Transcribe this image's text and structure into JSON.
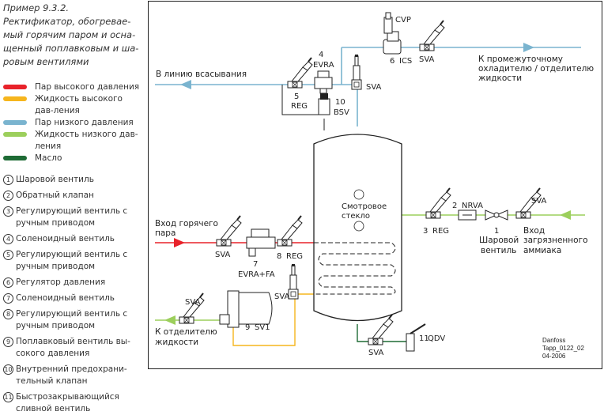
{
  "title": {
    "example": "Пример 9.3.2.",
    "lines": [
      "Ректификатор, обогревае-",
      "мый горячим паром и осна-",
      "щенный поплавковым и ша-",
      "ровым вентилями"
    ]
  },
  "legend": [
    {
      "label": "Пар высокого давления",
      "color": "#e8222a"
    },
    {
      "label": "Жидкость высокого дав-ления",
      "color": "#f6b51d"
    },
    {
      "label": "Пар низкого давления",
      "color": "#7ab4cf"
    },
    {
      "label": "Жидкость низкого дав-ления",
      "color": "#9ccf5c"
    },
    {
      "label": "Масло",
      "color": "#1e6b35"
    }
  ],
  "items": [
    {
      "num": "1",
      "label": "Шаровой вентиль"
    },
    {
      "num": "2",
      "label": "Обратный клапан"
    },
    {
      "num": "3",
      "label": "Регулирующий вентиль с ручным приводом"
    },
    {
      "num": "4",
      "label": "Соленоидный вентиль"
    },
    {
      "num": "5",
      "label": "Регулирующий вентиль с ручным приводом"
    },
    {
      "num": "6",
      "label": "Регулятор давления"
    },
    {
      "num": "7",
      "label": "Соленоидный вентиль"
    },
    {
      "num": "8",
      "label": "Регулирующий вентиль с ручным приводом"
    },
    {
      "num": "9",
      "label": "Поплавковый вентиль вы-сокого давления"
    },
    {
      "num": "10",
      "label": "Внутренний предохрани-тельный клапан"
    },
    {
      "num": "11",
      "label": "Быстрозакрывающийся сливной вентиль"
    }
  ],
  "diagram": {
    "suction_line": "В линию всасывания",
    "intercooler_line": [
      "К промежуточному",
      "охладителю / отделителю",
      "жидкости"
    ],
    "hot_gas_inlet": [
      "Вход горячего",
      "пара"
    ],
    "to_separator": [
      "К отделителю",
      "жидкости"
    ],
    "dirty_ammonia_inlet": [
      "Вход",
      "загрязненного",
      "аммиака"
    ],
    "sight_glass": [
      "Смотровое",
      "стекло"
    ],
    "ball_valve": [
      "Шаровой",
      "вентиль"
    ],
    "valves": {
      "cvp": "CVP",
      "ics": "ICS",
      "ics_num": "6",
      "sva_top": "SVA",
      "sva_mid": "SVA",
      "evra_top": "EVRA",
      "evra_top_num": "4",
      "reg_top": "REG",
      "reg_top_num": "5",
      "bsv": "BSV",
      "bsv_num": "10",
      "sva_hot": "SVA",
      "evra_fa": "EVRA+FA",
      "evra_fa_num": "7",
      "reg_hot": "REG",
      "reg_hot_num": "8",
      "sva_liq": "SVA",
      "sva_sep": "SVA",
      "sv1": "SV1",
      "sv1_num": "9",
      "reg_right": "REG",
      "reg_right_num": "3",
      "nrva": "NRVA",
      "nrva_num": "2",
      "ball_num": "1",
      "sva_right": "SVA",
      "sva_bottom": "SVA",
      "qdv": "QDV",
      "qdv_num": "11"
    },
    "credit": [
      "Danfoss",
      "Tapp_0122_02",
      "04-2006"
    ]
  }
}
